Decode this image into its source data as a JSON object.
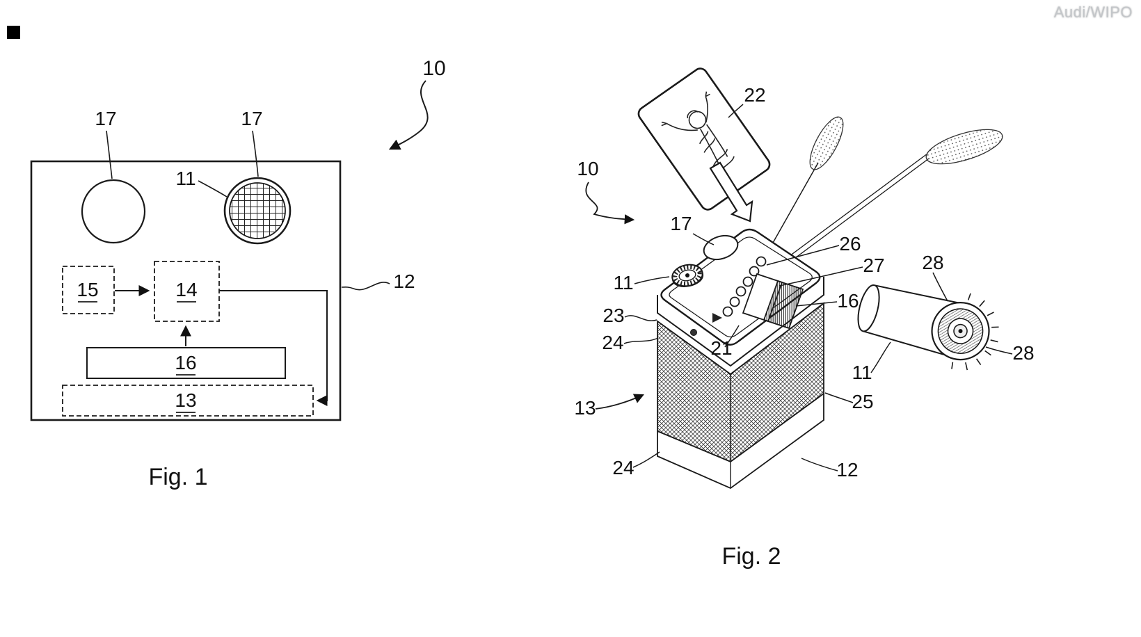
{
  "watermark": "Audi/WIPO",
  "fig1": {
    "caption": "Fig. 1",
    "refs": {
      "r10": "10",
      "r17a": "17",
      "r17b": "17",
      "r11": "11",
      "r12": "12",
      "r15": "15",
      "r14": "14",
      "r16": "16",
      "r13": "13"
    }
  },
  "fig2": {
    "caption": "Fig. 2",
    "refs": {
      "r22": "22",
      "r10": "10",
      "r17": "17",
      "r26": "26",
      "r27": "27",
      "r28a": "28",
      "r11a": "11",
      "r23": "23",
      "r16": "16",
      "r24a": "24",
      "r21": "21",
      "r28b": "28",
      "r11b": "11",
      "r13": "13",
      "r25": "25",
      "r24b": "24",
      "r12": "12"
    }
  }
}
